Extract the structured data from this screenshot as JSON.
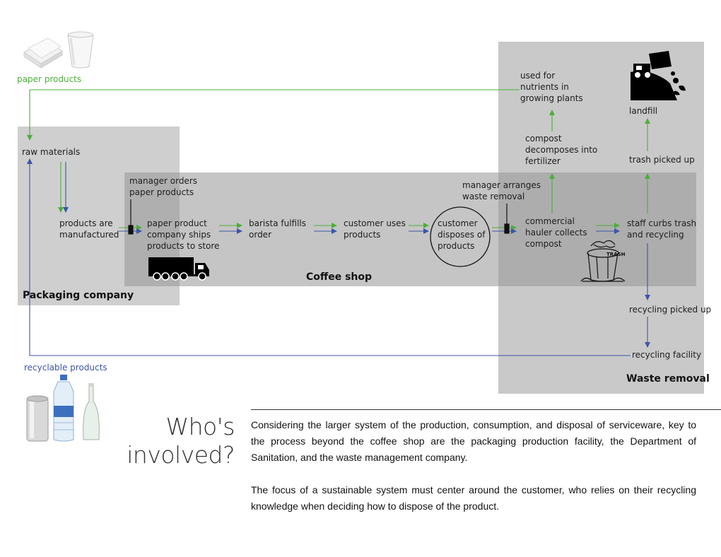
{
  "zones": {
    "packaging": "Packaging company",
    "coffee": "Coffee shop",
    "waste": "Waste removal"
  },
  "nodes": {
    "paper_products": "paper products",
    "raw_materials": "raw materials",
    "products_manufactured": "products are\nmanufactured",
    "manager_orders": "manager orders\npaper products",
    "paper_company_ships": "paper product\ncompany ships\nproducts to store",
    "barista": "barista fulfills\norder",
    "customer_uses": "customer uses\nproducts",
    "customer_disposes": "customer\ndisposes of\nproducts",
    "manager_arranges": "manager arranges\nwaste removal",
    "hauler": "commercial\nhauler collects\ncompost",
    "staff_curbs": "staff curbs trash\nand recycling",
    "compost_decomposes": "compost\ndecomposes into\nfertilizer",
    "used_for_nutrients": "used for\nnutrients in\ngrowing plants",
    "landfill": "landfill",
    "trash_picked_up": "trash picked up",
    "recycling_picked_up": "recycling picked up",
    "recycling_facility": "recycling facility",
    "recyclable_products": "recyclable products"
  },
  "colors": {
    "green_flow": "#4caf3a",
    "blue_flow": "#3d55a8",
    "zone_gray": "#cfcfcf"
  },
  "icons": [
    "paper-napkins-icon",
    "paper-cup-icon",
    "delivery-truck-icon",
    "dump-truck-landfill-icon",
    "trash-can-icon",
    "aluminum-can-icon",
    "water-bottle-icon",
    "glass-bottle-icon"
  ],
  "can_label": "TRASH",
  "heading": "Who's\ninvolved?",
  "paragraphs": {
    "p1": "Considering the larger system of the production, consumption, and disposal of serviceware, key to the process beyond the coffee shop are the packaging production facility, the Department of Sanitation, and the waste management company.",
    "p2": "The focus of a sustainable system must center around the customer, who relies on their recycling knowledge when deciding how to dispose of the product."
  }
}
